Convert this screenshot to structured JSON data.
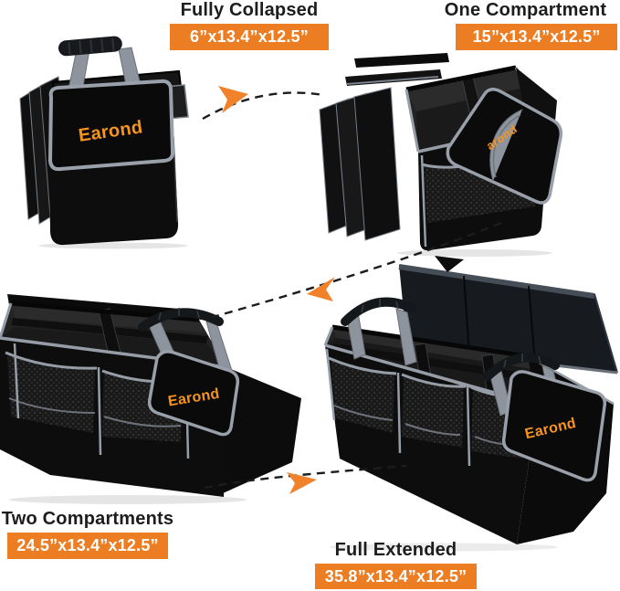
{
  "brand": {
    "name": "Earond",
    "partial": "arond"
  },
  "colors": {
    "badge_bg": "#ED7D23",
    "badge_text": "#FFFFFF",
    "title_text": "#1D1D1D",
    "arrow_orange": "#F0822B",
    "brand_orange": "#F7941D",
    "dash_color": "#1C1C1C"
  },
  "stages": [
    {
      "id": "fully-collapsed",
      "label": "Fully Collapsed",
      "dimensions": "6”x13.4”x12.5”"
    },
    {
      "id": "one-compartment",
      "label": "One Compartment",
      "dimensions": "15”x13.4”x12.5”"
    },
    {
      "id": "two-compartments",
      "label": "Two Compartments",
      "dimensions": "24.5”x13.4”x12.5”"
    },
    {
      "id": "full-extended",
      "label": "Full Extended",
      "dimensions": "35.8”x13.4”x12.5”"
    }
  ],
  "arrows": [
    {
      "from": "Fully Collapsed",
      "to": "One Compartment"
    },
    {
      "from": "One Compartment",
      "to": "Two Compartments"
    },
    {
      "from": "Two Compartments",
      "to": "Full Extended"
    }
  ]
}
